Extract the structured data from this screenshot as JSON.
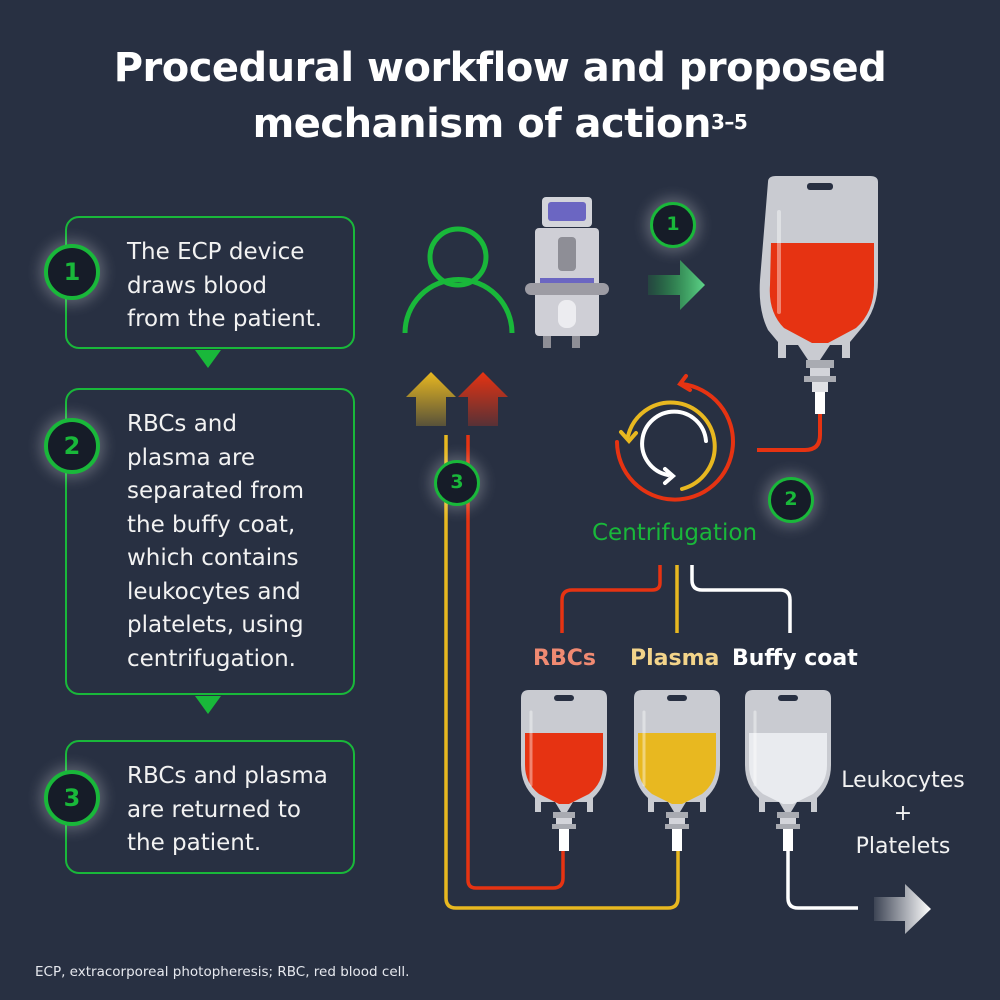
{
  "title": {
    "line1": "Procedural workflow and proposed",
    "line2": "mechanism of action",
    "superscript": "3–5"
  },
  "steps": [
    {
      "number": "1",
      "lines": [
        "The ECP device",
        "draws blood",
        "from the patient."
      ]
    },
    {
      "number": "2",
      "lines": [
        "RBCs and",
        "plasma are",
        "separated from",
        "the buffy coat,",
        "which contains",
        "leukocytes and",
        "platelets, using",
        "centrifugation."
      ]
    },
    {
      "number": "3",
      "lines": [
        "RBCs and plasma",
        "are returned to",
        "the patient."
      ]
    }
  ],
  "diagram": {
    "badges": [
      "1",
      "2",
      "3"
    ],
    "centrifugation_label": "Centrifugation",
    "components": [
      {
        "label": "RBCs",
        "color": "#f08a72",
        "fluid": "#e63312"
      },
      {
        "label": "Plasma",
        "color": "#f3d48a",
        "fluid": "#e8b820"
      },
      {
        "label": "Buffy coat",
        "color": "#ffffff",
        "fluid": "#e9ebef"
      }
    ],
    "output_label": {
      "line1": "Leukocytes",
      "line2": "+",
      "line3": "Platelets"
    },
    "icons": [
      "patient-icon",
      "ecp-device-icon",
      "blood-bag-icon",
      "centrifuge-icon",
      "arrow-right-icon",
      "arrow-up-icon"
    ]
  },
  "colors": {
    "background": "#283042",
    "accent_green": "#19b83a",
    "red": "#e63312",
    "yellow": "#e8b820",
    "white": "#ffffff"
  },
  "footnote": "ECP, extracorporeal photopheresis; RBC, red blood cell."
}
